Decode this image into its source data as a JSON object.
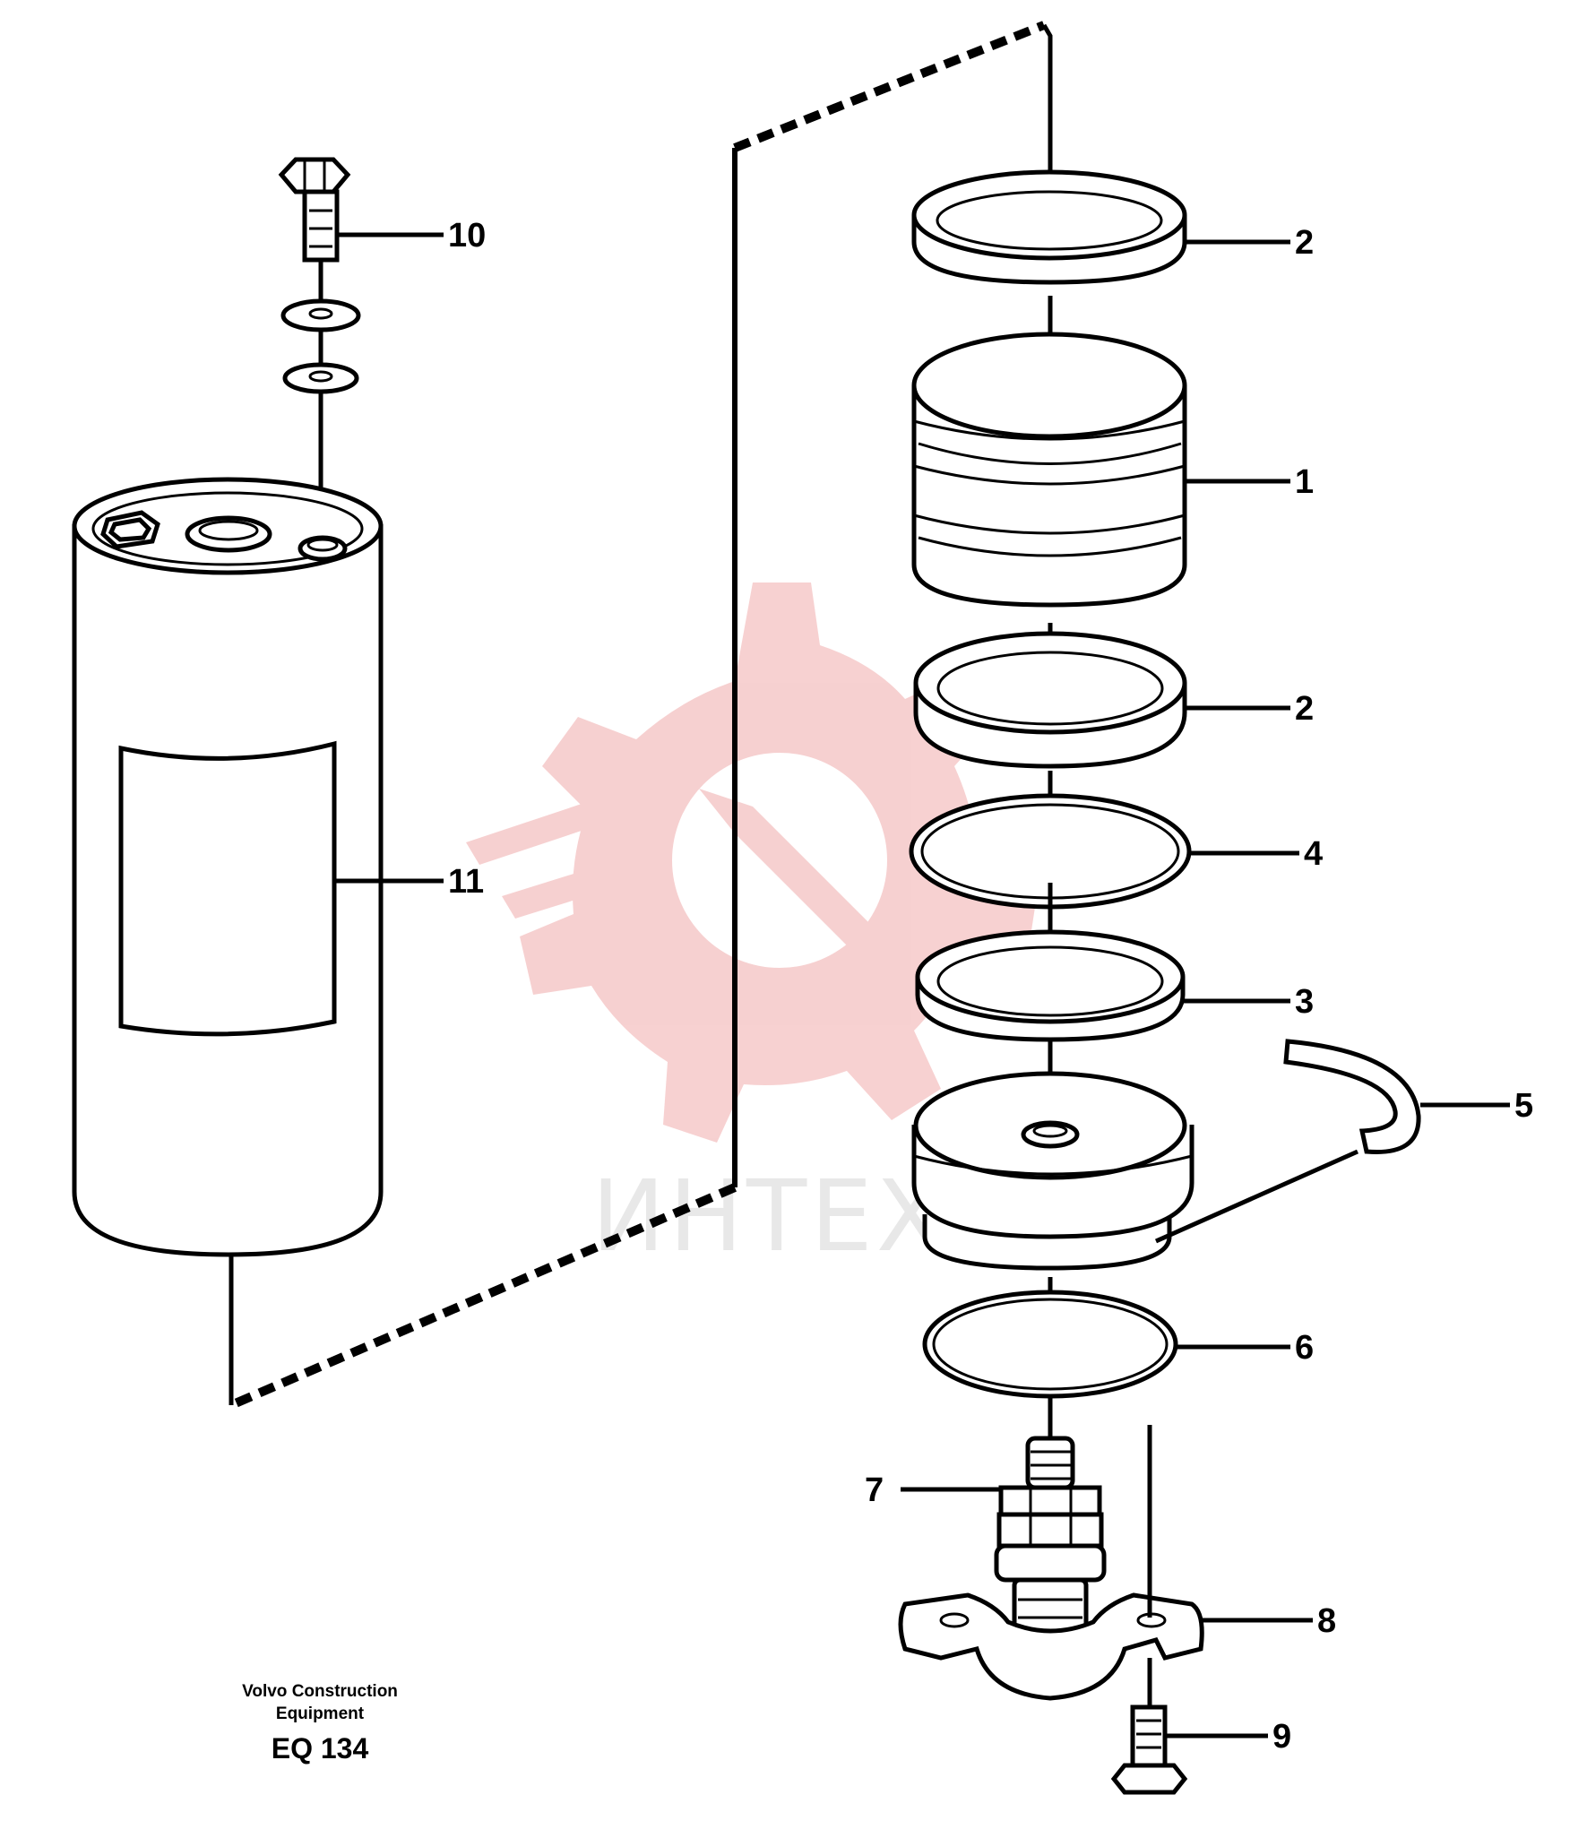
{
  "watermark": {
    "text": "ИНТЕХ",
    "color": "#f6cccc"
  },
  "callouts": {
    "c10": "10",
    "c2a": "2",
    "c1": "1",
    "c2b": "2",
    "c4": "4",
    "c11": "11",
    "c3": "3",
    "c5": "5",
    "c6": "6",
    "c7": "7",
    "c8": "8",
    "c9": "9"
  },
  "caption": {
    "line1": "Volvo Construction",
    "line2": "Equipment",
    "code": "EQ 134"
  }
}
